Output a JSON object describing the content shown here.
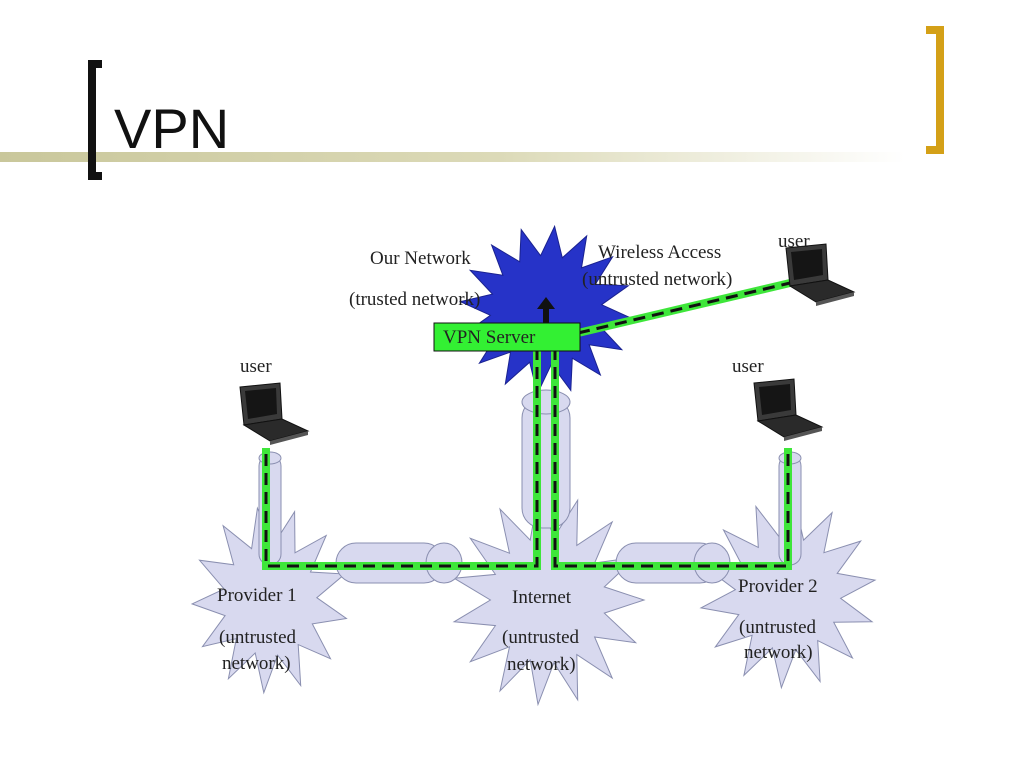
{
  "slide": {
    "title": "VPN"
  },
  "colors": {
    "cloud_outer": "#d8d9ef",
    "cloud_core": "#2633c8",
    "tube": "#d8d9ef",
    "tunnel": "#3ee63a",
    "vpn_box": "#33f033",
    "title_bar": "#dcdab8",
    "right_bracket": "#d4a017"
  },
  "icons": [
    "laptop-icon",
    "up-arrow-icon"
  ],
  "diagram": {
    "our_network": {
      "name": "Our Network",
      "note": "(trusted network)"
    },
    "wireless": {
      "name": "Wireless Access",
      "note": "(untrusted network)"
    },
    "vpn_server": "VPN Server",
    "user_label": "user",
    "provider1": {
      "name": "Provider 1",
      "note1": "(untrusted",
      "note2": "network)"
    },
    "internet": {
      "name": "Internet",
      "note1": "(untrusted",
      "note2": "network)"
    },
    "provider2": {
      "name": "Provider 2",
      "note1": "(untrusted",
      "note2": "network)"
    }
  }
}
